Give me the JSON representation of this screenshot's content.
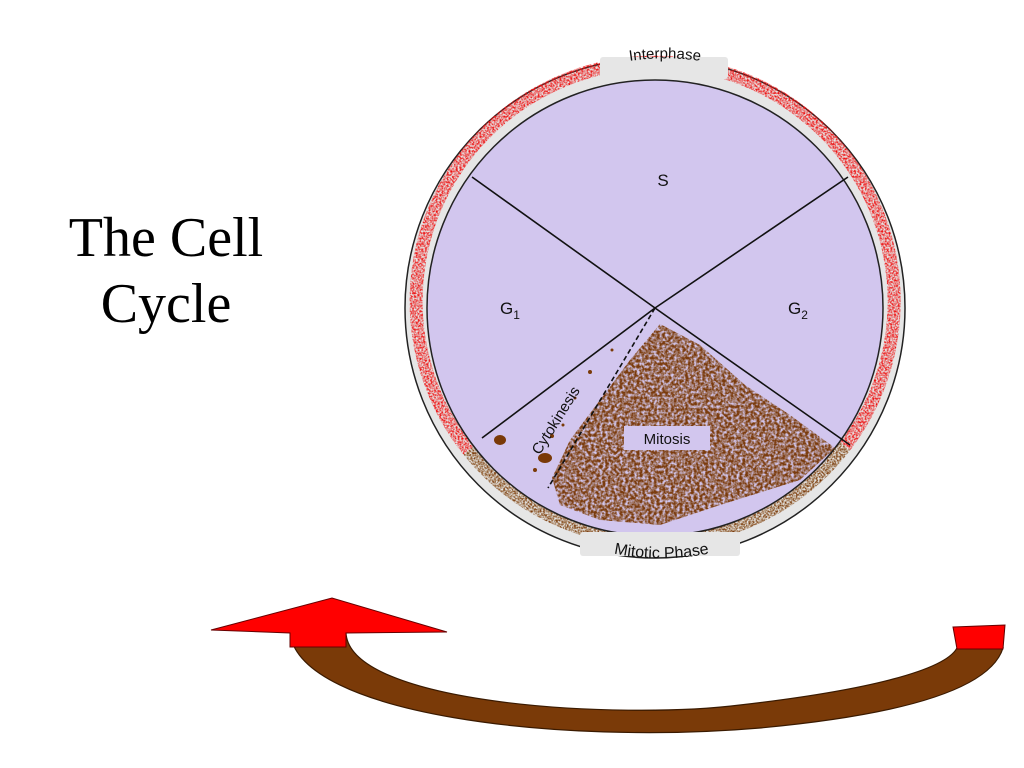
{
  "slide": {
    "title_line1": "The Cell",
    "title_line2": "Cycle"
  },
  "diagram": {
    "ring_labels": {
      "interphase": "Interphase",
      "mitotic_phase": "Mitotic Phase"
    },
    "sectors": {
      "s": "S",
      "g1": "G",
      "g1_sub": "1",
      "g2": "G",
      "g2_sub": "2",
      "mitosis": "Mitosis",
      "cytokinesis": "Cytokinesis"
    },
    "colors": {
      "interphase_band": "#ee1111",
      "mitotic_band": "#7a3a08",
      "sector_fill": "#d2c6ee",
      "mitosis_fill": "#7a3a08",
      "ring_bg": "#e6e6e6",
      "arrow_head": "#ff0000",
      "arrow_body": "#7a3a08"
    }
  }
}
